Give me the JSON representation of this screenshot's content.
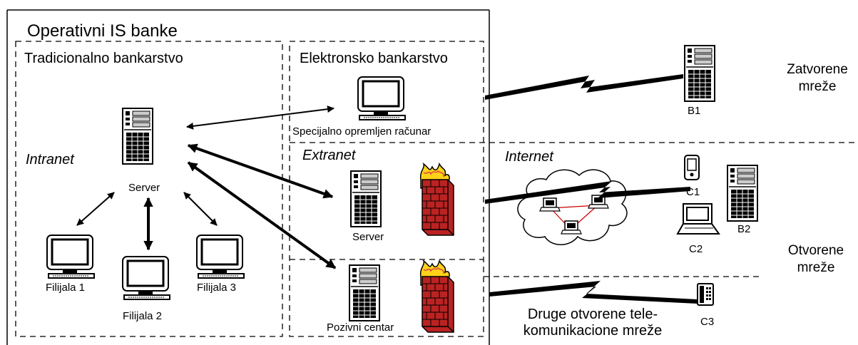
{
  "zones": {
    "outer_title": "Operativni IS banke",
    "traditional": "Tradicionalno bankarstvo",
    "electronic": "Elektronsko bankarstvo",
    "extranet": "Extranet",
    "intranet": "Intranet",
    "internet": "Internet"
  },
  "devices": {
    "main_server": "Server",
    "extranet_server": "Server",
    "call_center": "Pozivni centar",
    "special_pc": "Specijalno opremljen računar",
    "branch1": "Filijala 1",
    "branch2": "Filijala 2",
    "branch3": "Filijala 3",
    "b1": "B1",
    "b2": "B2",
    "c1": "C1",
    "c2": "C2",
    "c3": "C3"
  },
  "networks": {
    "closed": "Zatvorene mreže",
    "open": "Otvorene mreže",
    "other_open": "Druge otvorene tele-komunikacione mreže"
  },
  "icon_names": [
    "server-icon",
    "monitor-icon",
    "firewall-icon",
    "cloud-icon",
    "pda-icon",
    "laptop-icon",
    "phone-icon",
    "lightning-link-icon"
  ]
}
